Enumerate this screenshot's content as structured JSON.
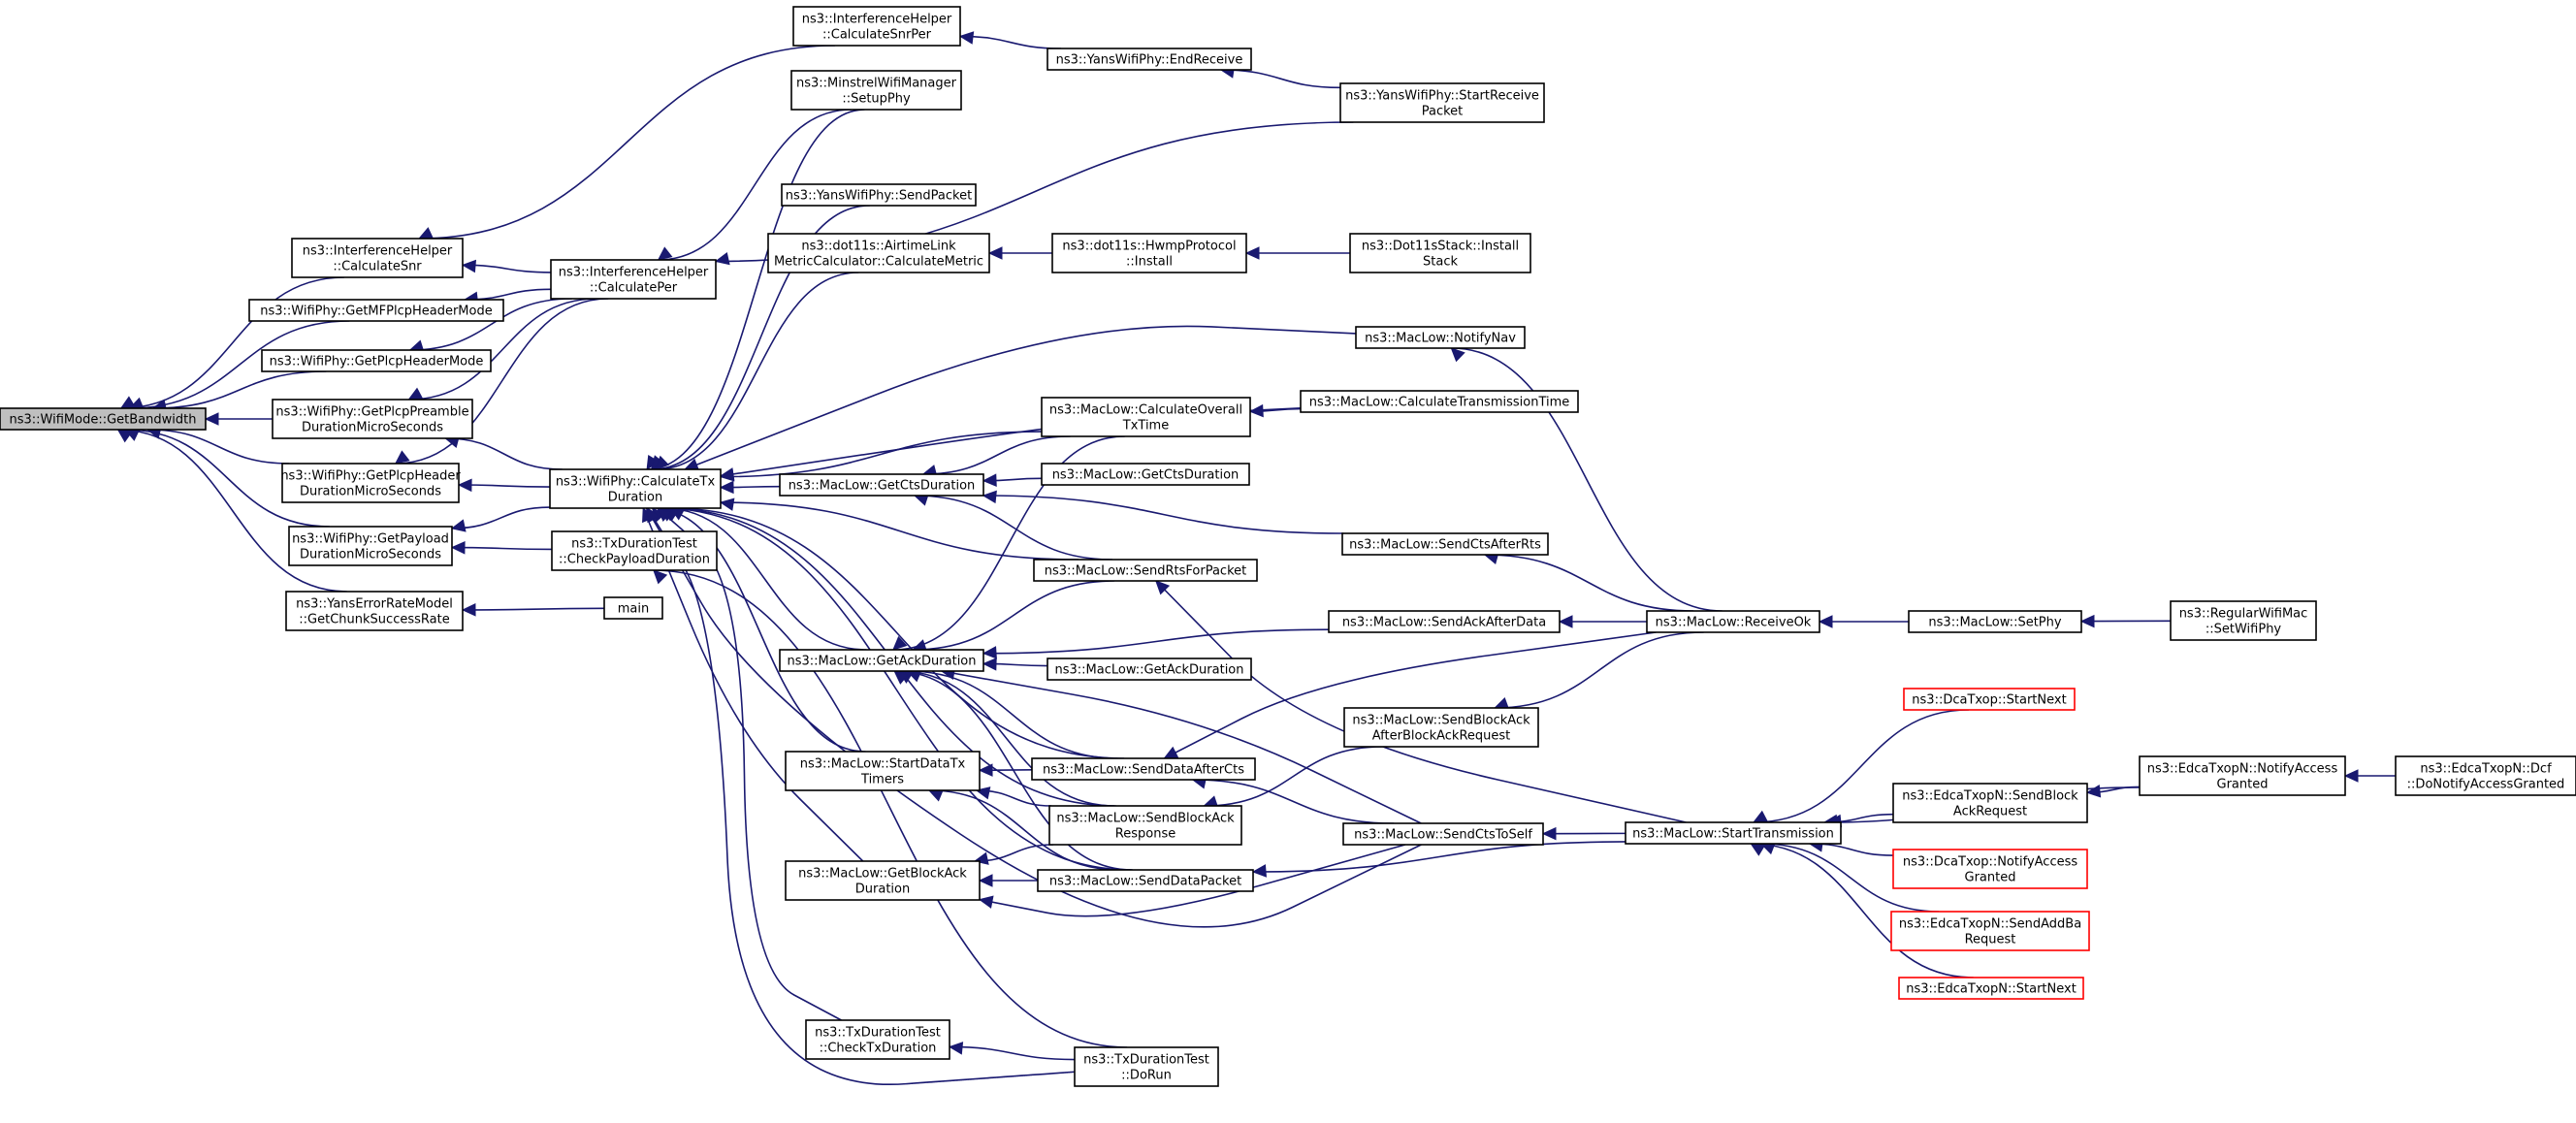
{
  "colors": {
    "edge": "#191970",
    "node_border": "#000000",
    "node_border_truncated": "#ff0000",
    "node_fill": "#ffffff",
    "focus_fill": "#bfbfbf",
    "text": "#000000"
  },
  "nodes": [
    {
      "id": "n00",
      "lines": [
        "ns3::WifiMode::GetBandwidth"
      ],
      "focus": true
    },
    {
      "id": "n01",
      "lines": [
        "ns3::InterferenceHelper",
        "::CalculateSnr"
      ]
    },
    {
      "id": "n02",
      "lines": [
        "ns3::WifiPhy::GetMFPlcpHeaderMode"
      ]
    },
    {
      "id": "n03",
      "lines": [
        "ns3::WifiPhy::GetPlcpHeaderMode"
      ]
    },
    {
      "id": "n04",
      "lines": [
        "ns3::WifiPhy::GetPlcpPreamble",
        "DurationMicroSeconds"
      ]
    },
    {
      "id": "n05",
      "lines": [
        "ns3::WifiPhy::GetPlcpHeader",
        "DurationMicroSeconds"
      ]
    },
    {
      "id": "n06",
      "lines": [
        "ns3::WifiPhy::GetPayload",
        "DurationMicroSeconds"
      ]
    },
    {
      "id": "n07",
      "lines": [
        "ns3::YansErrorRateModel",
        "::GetChunkSuccessRate"
      ]
    },
    {
      "id": "n08",
      "lines": [
        "ns3::InterferenceHelper",
        "::CalculateSnrPer"
      ]
    },
    {
      "id": "n09",
      "lines": [
        "ns3::InterferenceHelper",
        "::CalculatePer"
      ]
    },
    {
      "id": "n10",
      "lines": [
        "ns3::WifiPhy::CalculateTx",
        "Duration"
      ]
    },
    {
      "id": "n11",
      "lines": [
        "ns3::TxDurationTest",
        "::CheckPayloadDuration"
      ]
    },
    {
      "id": "n12",
      "lines": [
        "main"
      ]
    },
    {
      "id": "n13",
      "lines": [
        "ns3::YansWifiPhy::EndReceive"
      ]
    },
    {
      "id": "n14",
      "lines": [
        "ns3::YansWifiPhy::StartReceive",
        "Packet"
      ]
    },
    {
      "id": "n15",
      "lines": [
        "ns3::MinstrelWifiManager",
        "::SetupPhy"
      ]
    },
    {
      "id": "n16",
      "lines": [
        "ns3::YansWifiPhy::SendPacket"
      ]
    },
    {
      "id": "n17",
      "lines": [
        "ns3::dot11s::AirtimeLink",
        "MetricCalculator::CalculateMetric"
      ]
    },
    {
      "id": "n18",
      "lines": [
        "ns3::dot11s::HwmpProtocol",
        "::Install"
      ]
    },
    {
      "id": "n19",
      "lines": [
        "ns3::Dot11sStack::Install",
        "Stack"
      ]
    },
    {
      "id": "n20",
      "lines": [
        "ns3::MacLow::NotifyNav"
      ]
    },
    {
      "id": "n21",
      "lines": [
        "ns3::MacLow::CalculateOverall",
        "TxTime"
      ]
    },
    {
      "id": "n22",
      "lines": [
        "ns3::MacLow::CalculateTransmissionTime"
      ]
    },
    {
      "id": "n23",
      "lines": [
        "ns3::MacLow::GetCtsDuration"
      ]
    },
    {
      "id": "n24",
      "lines": [
        "ns3::MacLow::GetCtsDuration"
      ]
    },
    {
      "id": "n25",
      "lines": [
        "ns3::MacLow::SendCtsAfterRts"
      ]
    },
    {
      "id": "n26",
      "lines": [
        "ns3::MacLow::SendRtsForPacket"
      ]
    },
    {
      "id": "n27",
      "lines": [
        "ns3::MacLow::GetAckDuration"
      ]
    },
    {
      "id": "n28",
      "lines": [
        "ns3::MacLow::SendAckAfterData"
      ]
    },
    {
      "id": "n29",
      "lines": [
        "ns3::MacLow::ReceiveOk"
      ]
    },
    {
      "id": "n30",
      "lines": [
        "ns3::MacLow::SetPhy"
      ]
    },
    {
      "id": "n31",
      "lines": [
        "ns3::RegularWifiMac",
        "::SetWifiPhy"
      ]
    },
    {
      "id": "n32",
      "lines": [
        "ns3::MacLow::GetAckDuration"
      ]
    },
    {
      "id": "n33",
      "lines": [
        "ns3::MacLow::SendBlockAck",
        "AfterBlockAckRequest"
      ]
    },
    {
      "id": "n34",
      "lines": [
        "ns3::MacLow::StartDataTx",
        "Timers"
      ]
    },
    {
      "id": "n35",
      "lines": [
        "ns3::MacLow::SendDataAfterCts"
      ]
    },
    {
      "id": "n36",
      "lines": [
        "ns3::MacLow::SendBlockAck",
        "Response"
      ]
    },
    {
      "id": "n37",
      "lines": [
        "ns3::MacLow::SendCtsToSelf"
      ]
    },
    {
      "id": "n38",
      "lines": [
        "ns3::MacLow::StartTransmission"
      ]
    },
    {
      "id": "n39",
      "lines": [
        "ns3::MacLow::GetBlockAck",
        "Duration"
      ]
    },
    {
      "id": "n40",
      "lines": [
        "ns3::MacLow::SendDataPacket"
      ]
    },
    {
      "id": "n41",
      "lines": [
        "ns3::DcaTxop::StartNext"
      ],
      "truncated": true
    },
    {
      "id": "n42",
      "lines": [
        "ns3::EdcaTxopN::SendBlock",
        "AckRequest"
      ]
    },
    {
      "id": "n43",
      "lines": [
        "ns3::EdcaTxopN::NotifyAccess",
        "Granted"
      ]
    },
    {
      "id": "n44",
      "lines": [
        "ns3::EdcaTxopN::Dcf",
        "::DoNotifyAccessGranted"
      ]
    },
    {
      "id": "n45",
      "lines": [
        "ns3::DcaTxop::NotifyAccess",
        "Granted"
      ],
      "truncated": true
    },
    {
      "id": "n46",
      "lines": [
        "ns3::EdcaTxopN::SendAddBa",
        "Request"
      ],
      "truncated": true
    },
    {
      "id": "n47",
      "lines": [
        "ns3::EdcaTxopN::StartNext"
      ],
      "truncated": true
    },
    {
      "id": "n48",
      "lines": [
        "ns3::TxDurationTest",
        "::CheckTxDuration"
      ]
    },
    {
      "id": "n49",
      "lines": [
        "ns3::TxDurationTest",
        "::DoRun"
      ]
    }
  ],
  "edges": [
    [
      "n00",
      "n01"
    ],
    [
      "n00",
      "n02"
    ],
    [
      "n00",
      "n03"
    ],
    [
      "n00",
      "n04"
    ],
    [
      "n00",
      "n05"
    ],
    [
      "n00",
      "n06"
    ],
    [
      "n00",
      "n07"
    ],
    [
      "n01",
      "n08"
    ],
    [
      "n01",
      "n09"
    ],
    [
      "n02",
      "n09"
    ],
    [
      "n03",
      "n09"
    ],
    [
      "n04",
      "n09"
    ],
    [
      "n05",
      "n09"
    ],
    [
      "n04",
      "n10"
    ],
    [
      "n05",
      "n10"
    ],
    [
      "n06",
      "n10"
    ],
    [
      "n06",
      "n11"
    ],
    [
      "n07",
      "n12"
    ],
    [
      "n08",
      "n13"
    ],
    [
      "n13",
      "n14"
    ],
    [
      "n09",
      "n14"
    ],
    [
      "n09",
      "n15"
    ],
    [
      "n10",
      "n15"
    ],
    [
      "n10",
      "n16"
    ],
    [
      "n10",
      "n17"
    ],
    [
      "n10",
      "n20"
    ],
    [
      "n10",
      "n21"
    ],
    [
      "n10",
      "n22"
    ],
    [
      "n10",
      "n23"
    ],
    [
      "n10",
      "n26"
    ],
    [
      "n10",
      "n27"
    ],
    [
      "n10",
      "n34"
    ],
    [
      "n10",
      "n39"
    ],
    [
      "n10",
      "n35"
    ],
    [
      "n10",
      "n36"
    ],
    [
      "n10",
      "n40"
    ],
    [
      "n10",
      "n37"
    ],
    [
      "n10",
      "n48"
    ],
    [
      "n10",
      "n49"
    ],
    [
      "n11",
      "n49"
    ],
    [
      "n17",
      "n18"
    ],
    [
      "n18",
      "n19"
    ],
    [
      "n20",
      "n29"
    ],
    [
      "n21",
      "n22"
    ],
    [
      "n23",
      "n21"
    ],
    [
      "n23",
      "n24"
    ],
    [
      "n23",
      "n25"
    ],
    [
      "n23",
      "n26"
    ],
    [
      "n25",
      "n29"
    ],
    [
      "n26",
      "n38"
    ],
    [
      "n27",
      "n21"
    ],
    [
      "n27",
      "n26"
    ],
    [
      "n27",
      "n28"
    ],
    [
      "n27",
      "n32"
    ],
    [
      "n27",
      "n35"
    ],
    [
      "n27",
      "n36"
    ],
    [
      "n27",
      "n40"
    ],
    [
      "n27",
      "n37"
    ],
    [
      "n28",
      "n29"
    ],
    [
      "n29",
      "n30"
    ],
    [
      "n30",
      "n31"
    ],
    [
      "n33",
      "n29"
    ],
    [
      "n34",
      "n35"
    ],
    [
      "n34",
      "n36"
    ],
    [
      "n34",
      "n40"
    ],
    [
      "n35",
      "n29"
    ],
    [
      "n35",
      "n37"
    ],
    [
      "n36",
      "n33"
    ],
    [
      "n37",
      "n38"
    ],
    [
      "n40",
      "n38"
    ],
    [
      "n38",
      "n41"
    ],
    [
      "n38",
      "n42"
    ],
    [
      "n38",
      "n43"
    ],
    [
      "n38",
      "n45"
    ],
    [
      "n38",
      "n46"
    ],
    [
      "n38",
      "n47"
    ],
    [
      "n42",
      "n43"
    ],
    [
      "n43",
      "n44"
    ],
    [
      "n39",
      "n36"
    ],
    [
      "n39",
      "n40"
    ],
    [
      "n39",
      "n37"
    ],
    [
      "n48",
      "n49"
    ]
  ]
}
